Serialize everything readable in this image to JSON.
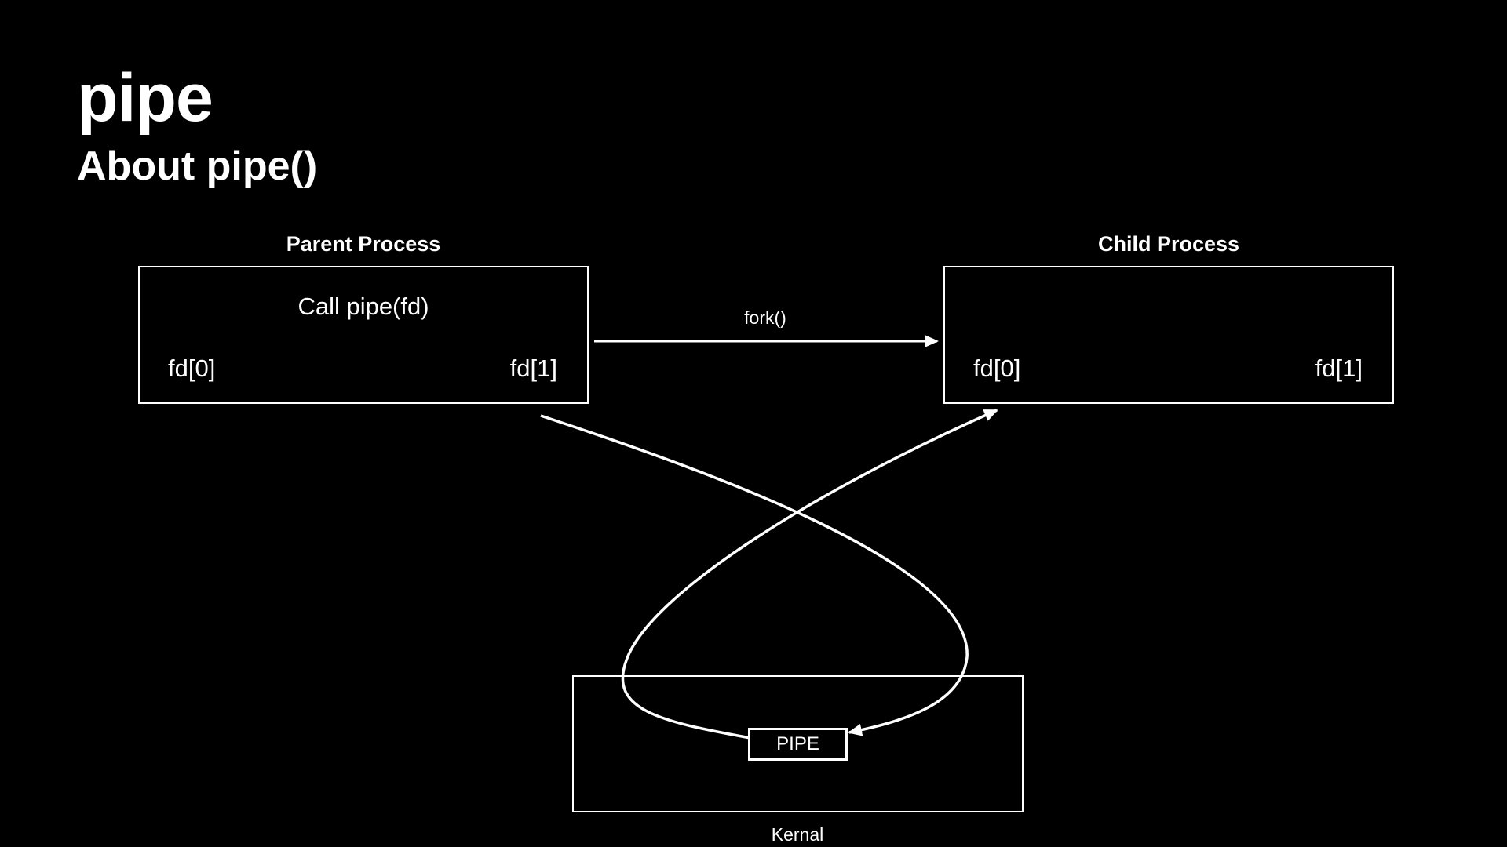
{
  "slide": {
    "title": "pipe",
    "subtitle": "About pipe()"
  },
  "parent": {
    "label": "Parent Process",
    "call": "Call pipe(fd)",
    "fd_read": "fd[0]",
    "fd_write": "fd[1]"
  },
  "child": {
    "label": "Child Process",
    "fd_read": "fd[0]",
    "fd_write": "fd[1]"
  },
  "fork_label": "fork()",
  "kernel": {
    "label": "Kernal",
    "pipe_label": "PIPE"
  },
  "colors": {
    "background": "#000000",
    "foreground": "#ffffff"
  }
}
